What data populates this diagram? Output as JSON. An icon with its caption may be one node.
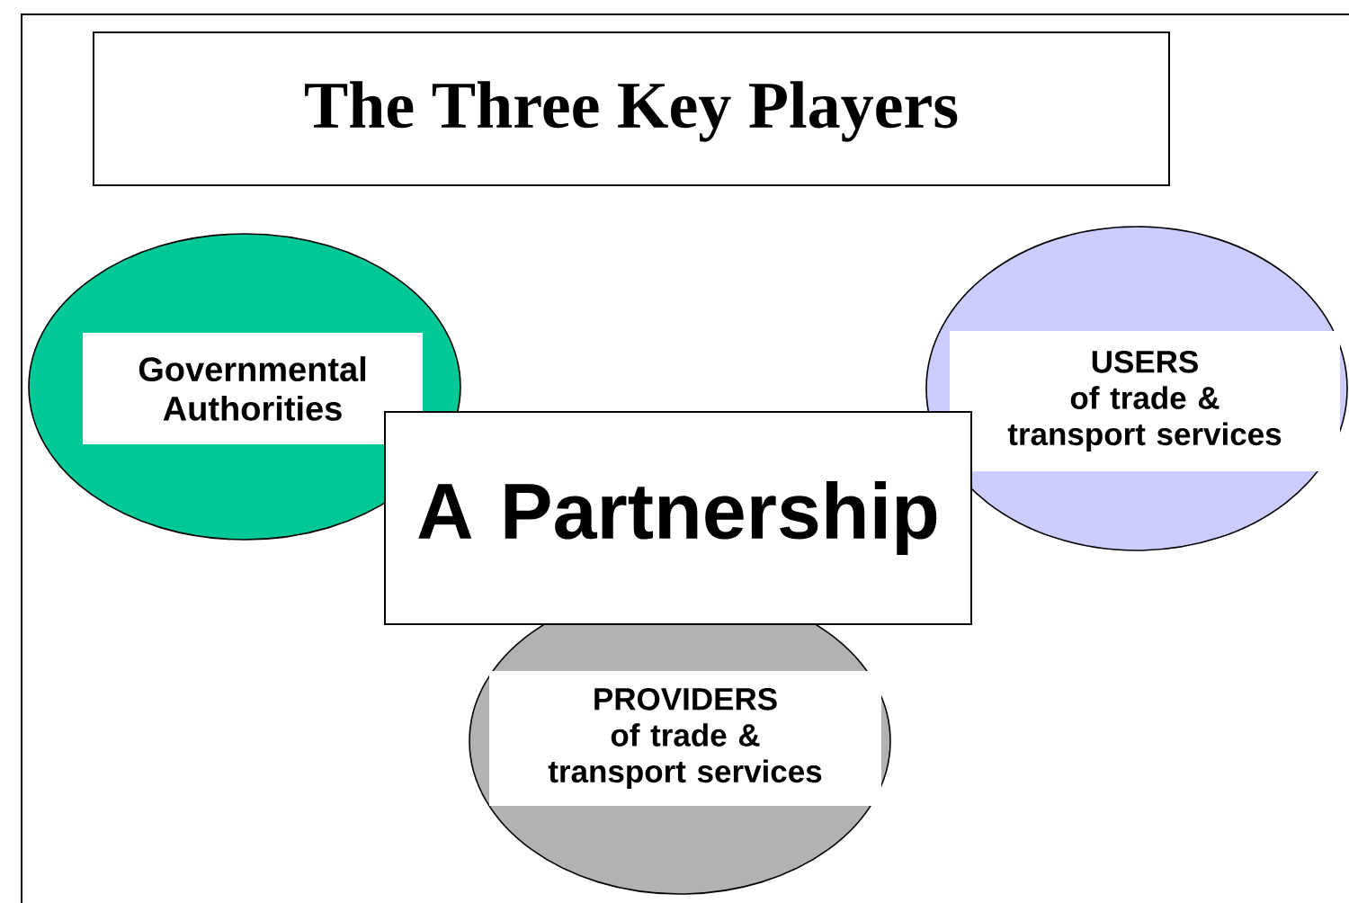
{
  "diagram": {
    "title": "The Three Key Players",
    "nodes": [
      {
        "text": [
          "Governmental Authorities"
        ]
      },
      {
        "text": [
          "USERS",
          "of trade & transport services"
        ]
      },
      {
        "text": [
          "PROVIDERS",
          "of trade & transport services"
        ]
      },
      {
        "text": [
          "A Partnership"
        ]
      }
    ]
  }
}
